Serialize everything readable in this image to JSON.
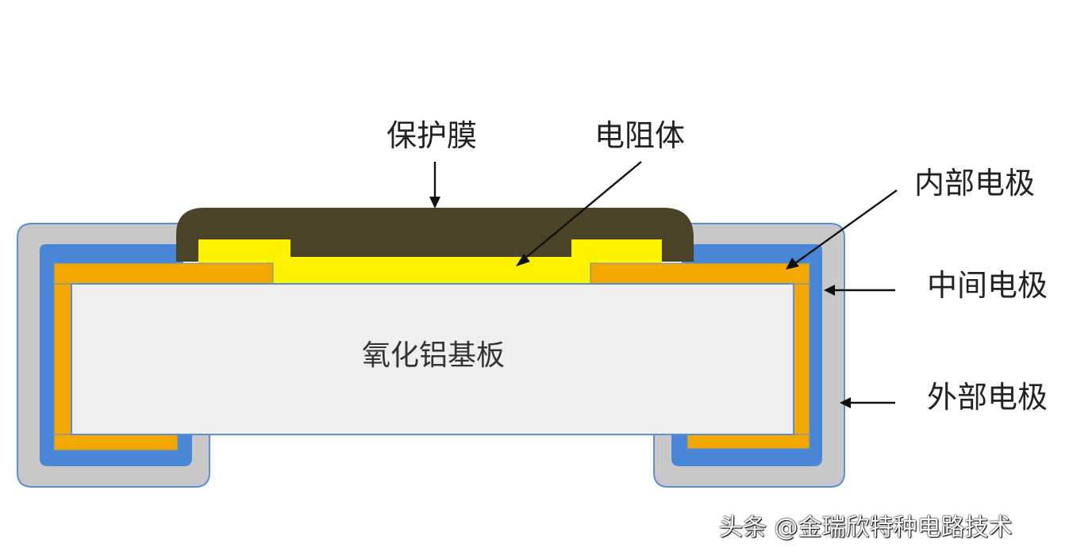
{
  "labels": {
    "protective_film": "保护膜",
    "resistor_body": "电阻体",
    "inner_electrode": "内部电极",
    "middle_electrode": "中间电极",
    "outer_electrode": "外部电极",
    "substrate": "氧化铝基板"
  },
  "watermark": "头条 @金瑞欣特种电路技术",
  "colors": {
    "outer_electrode": "#c8c8c8",
    "middle_electrode": "#4a86d6",
    "inner_electrode": "#f3a800",
    "resistor_body": "#fff200",
    "protective_film": "#4a4328",
    "substrate": "#efefef"
  }
}
